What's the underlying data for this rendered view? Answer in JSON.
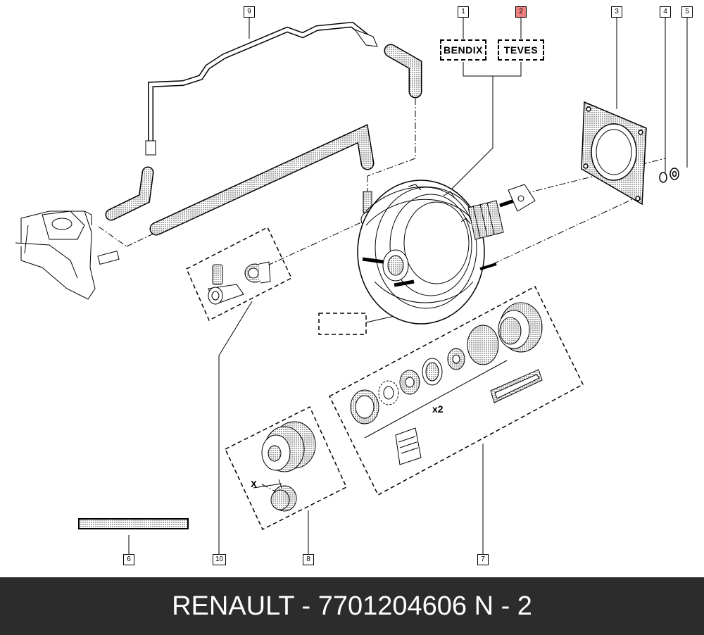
{
  "callouts": {
    "c1": "1",
    "c2": "2",
    "c3": "3",
    "c4": "4",
    "c5": "5",
    "c6": "6",
    "c7": "7",
    "c8": "8",
    "c9": "9",
    "c10": "10"
  },
  "variants": {
    "bendix": "BENDIX",
    "teves": "TEVES"
  },
  "kit_quantity": "x2",
  "seal_label": "X",
  "footer": {
    "text": "RENAULT - 7701204606   N - 2"
  },
  "colors": {
    "highlight": "#f08080",
    "footer_bg": "#2c2c2c",
    "footer_text": "#ffffff"
  }
}
